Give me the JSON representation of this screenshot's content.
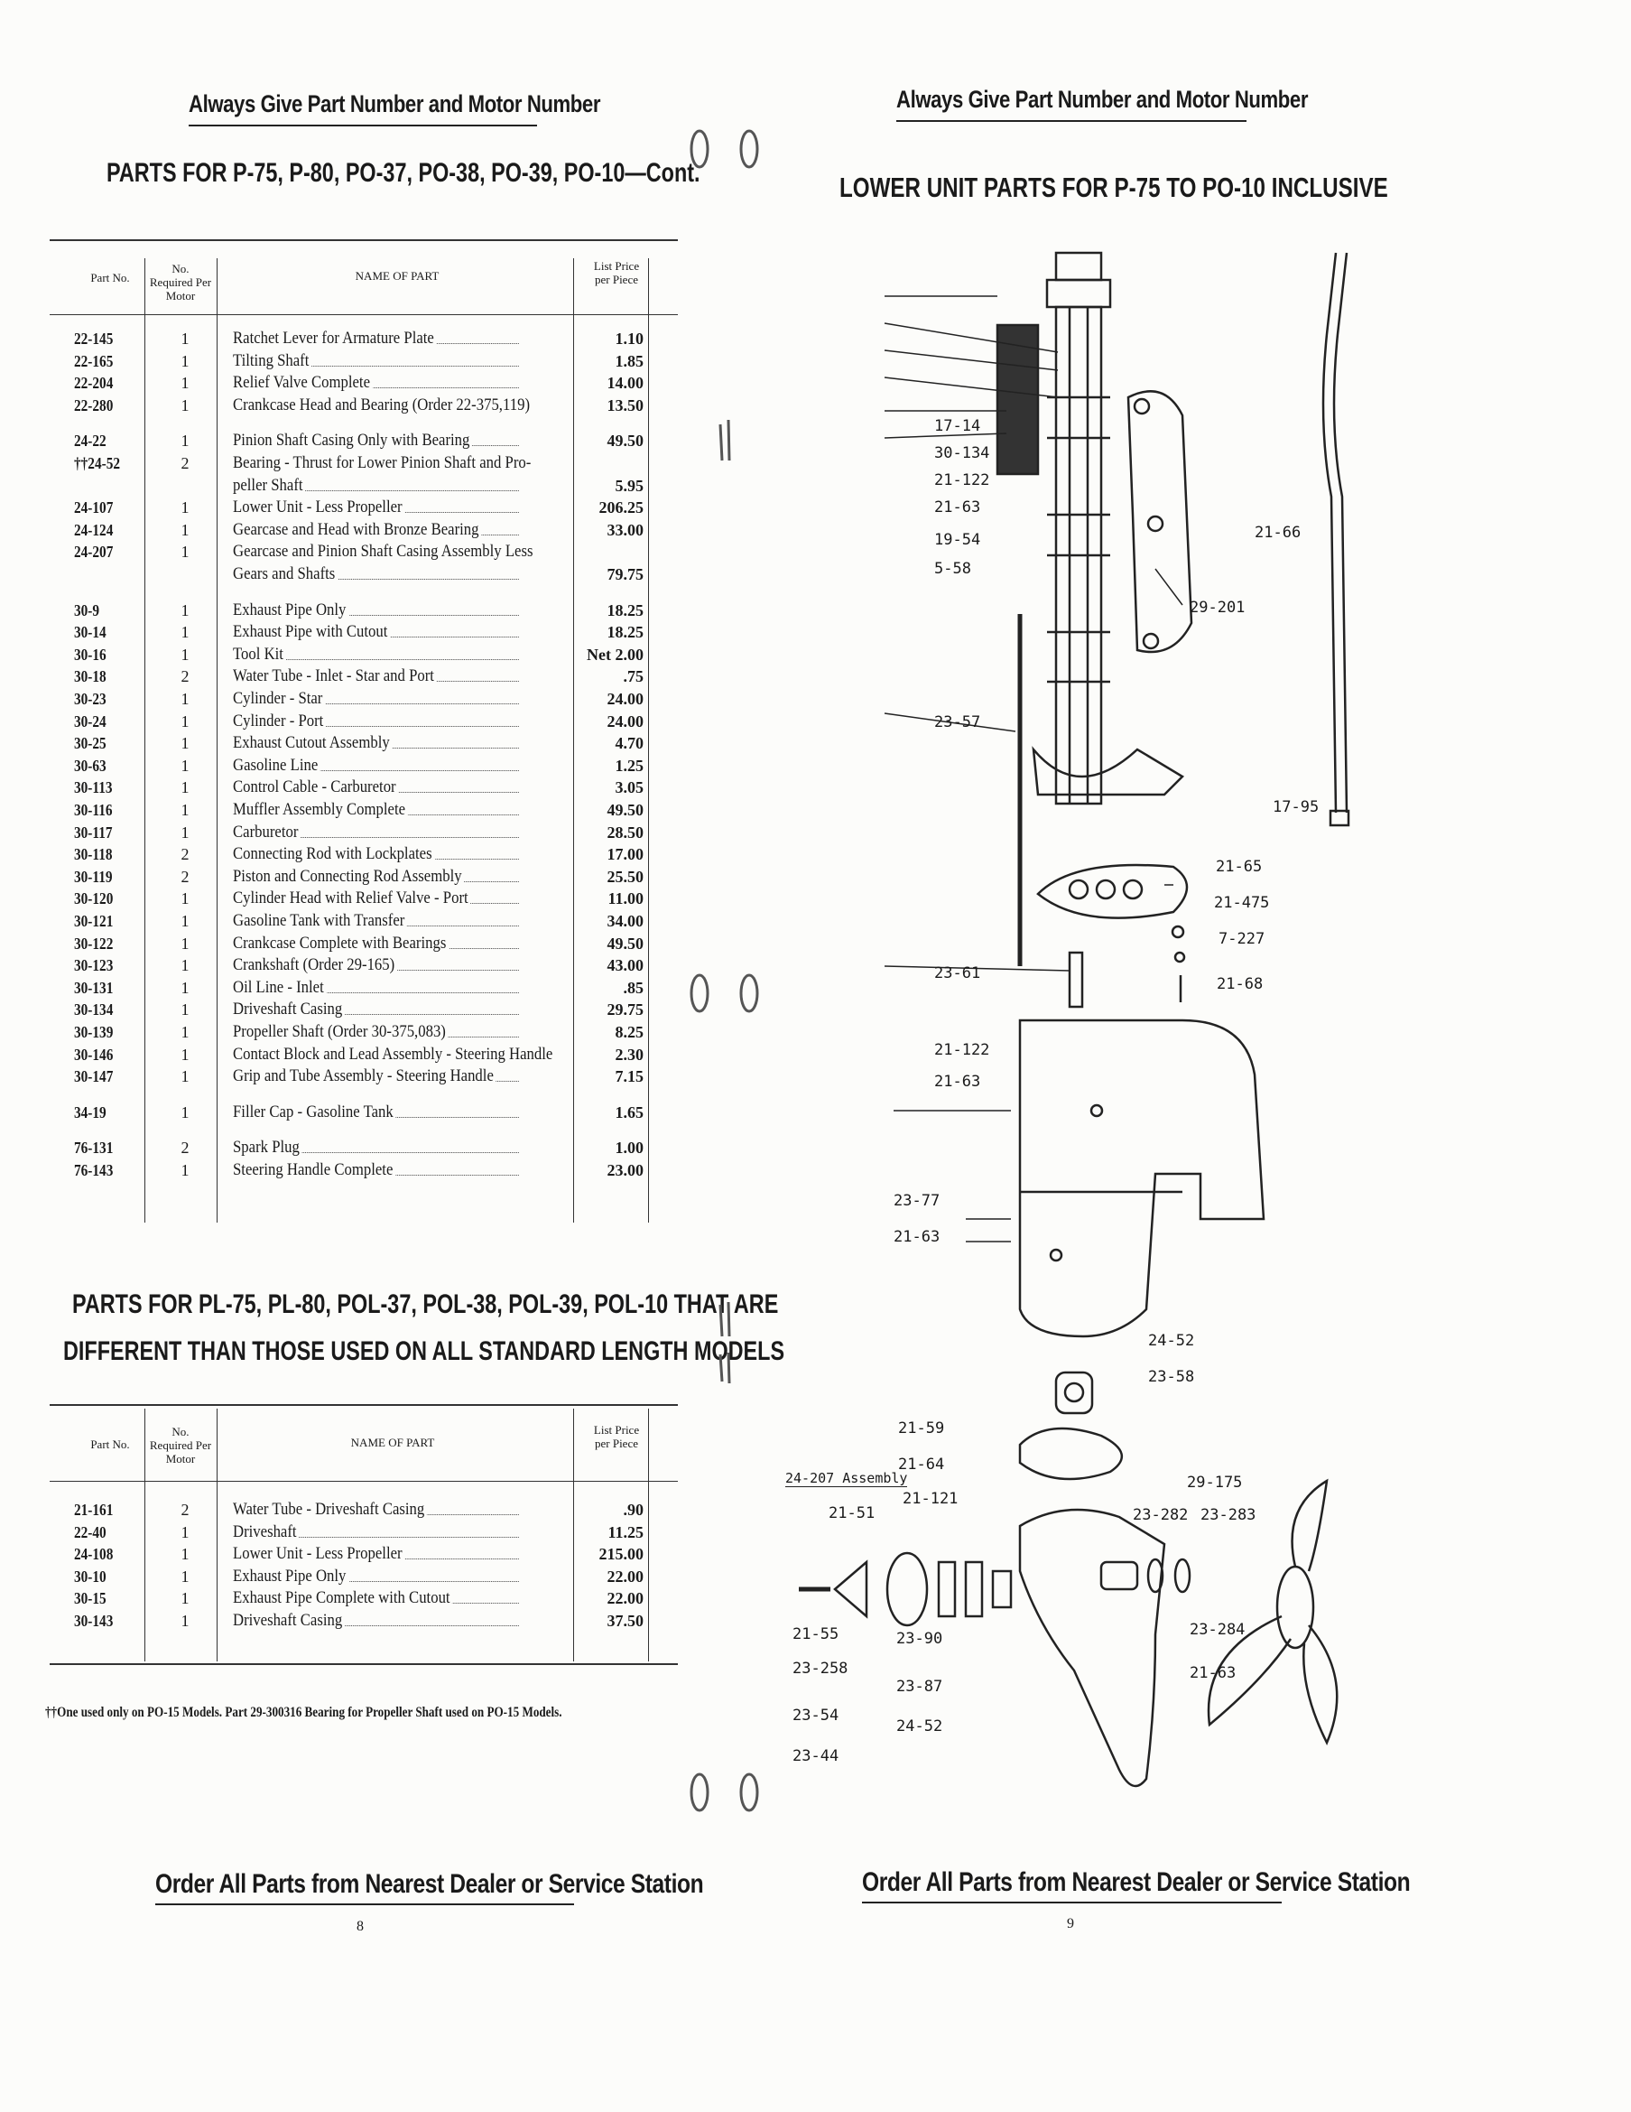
{
  "left_page": {
    "header": "Always Give Part Number and Motor Number",
    "title": "PARTS FOR P-75, P-80, PO-37, PO-38, PO-39, PO-10—Cont.",
    "table_headers": {
      "part_no": "Part No.",
      "no_required": "No. Required Per Motor",
      "name": "NAME OF PART",
      "price": "List Price per Piece"
    },
    "rows": [
      {
        "part": "22-145",
        "qty": "1",
        "name": "Ratchet Lever for Armature Plate",
        "price": "1.10"
      },
      {
        "part": "22-165",
        "qty": "1",
        "name": "Tilting Shaft",
        "price": "1.85"
      },
      {
        "part": "22-204",
        "qty": "1",
        "name": "Relief Valve Complete",
        "price": "14.00"
      },
      {
        "part": "22-280",
        "qty": "1",
        "name": "Crankcase Head and Bearing (Order 22-375,119)",
        "price": "13.50"
      },
      {
        "part": "24-22",
        "qty": "1",
        "name": "Pinion Shaft Casing Only with Bearing",
        "price": "49.50"
      },
      {
        "part": "††24-52",
        "qty": "2",
        "name": "Bearing - Thrust for Lower Pinion Shaft and Pro-",
        "price": ""
      },
      {
        "part": "",
        "qty": "",
        "name": "peller Shaft",
        "price": "5.95"
      },
      {
        "part": "24-107",
        "qty": "1",
        "name": "Lower Unit - Less Propeller",
        "price": "206.25"
      },
      {
        "part": "24-124",
        "qty": "1",
        "name": "Gearcase and Head with Bronze Bearing",
        "price": "33.00"
      },
      {
        "part": "24-207",
        "qty": "1",
        "name": "Gearcase and Pinion Shaft Casing Assembly Less",
        "price": ""
      },
      {
        "part": "",
        "qty": "",
        "name": "Gears and Shafts",
        "price": "79.75"
      },
      {
        "part": "30-9",
        "qty": "1",
        "name": "Exhaust Pipe Only",
        "price": "18.25"
      },
      {
        "part": "30-14",
        "qty": "1",
        "name": "Exhaust Pipe with Cutout",
        "price": "18.25"
      },
      {
        "part": "30-16",
        "qty": "1",
        "name": "Tool Kit",
        "price": "Net  2.00"
      },
      {
        "part": "30-18",
        "qty": "2",
        "name": "Water Tube - Inlet - Star and Port",
        "price": ".75"
      },
      {
        "part": "30-23",
        "qty": "1",
        "name": "Cylinder - Star",
        "price": "24.00"
      },
      {
        "part": "30-24",
        "qty": "1",
        "name": "Cylinder - Port",
        "price": "24.00"
      },
      {
        "part": "30-25",
        "qty": "1",
        "name": "Exhaust Cutout Assembly",
        "price": "4.70"
      },
      {
        "part": "30-63",
        "qty": "1",
        "name": "Gasoline Line",
        "price": "1.25"
      },
      {
        "part": "30-113",
        "qty": "1",
        "name": "Control Cable - Carburetor",
        "price": "3.05"
      },
      {
        "part": "30-116",
        "qty": "1",
        "name": "Muffler Assembly Complete",
        "price": "49.50"
      },
      {
        "part": "30-117",
        "qty": "1",
        "name": "Carburetor",
        "price": "28.50"
      },
      {
        "part": "30-118",
        "qty": "2",
        "name": "Connecting Rod with Lockplates",
        "price": "17.00"
      },
      {
        "part": "30-119",
        "qty": "2",
        "name": "Piston and Connecting Rod Assembly",
        "price": "25.50"
      },
      {
        "part": "30-120",
        "qty": "1",
        "name": "Cylinder Head with Relief Valve - Port",
        "price": "11.00"
      },
      {
        "part": "30-121",
        "qty": "1",
        "name": "Gasoline Tank with Transfer",
        "price": "34.00"
      },
      {
        "part": "30-122",
        "qty": "1",
        "name": "Crankcase Complete with Bearings",
        "price": "49.50"
      },
      {
        "part": "30-123",
        "qty": "1",
        "name": "Crankshaft (Order 29-165)",
        "price": "43.00"
      },
      {
        "part": "30-131",
        "qty": "1",
        "name": "Oil Line - Inlet",
        "price": ".85"
      },
      {
        "part": "30-134",
        "qty": "1",
        "name": "Driveshaft Casing",
        "price": "29.75"
      },
      {
        "part": "30-139",
        "qty": "1",
        "name": "Propeller Shaft (Order 30-375,083)",
        "price": "8.25"
      },
      {
        "part": "30-146",
        "qty": "1",
        "name": "Contact Block and Lead Assembly - Steering Handle",
        "price": "2.30"
      },
      {
        "part": "30-147",
        "qty": "1",
        "name": "Grip and Tube Assembly - Steering Handle",
        "price": "7.15"
      },
      {
        "part": "34-19",
        "qty": "1",
        "name": "Filler Cap - Gasoline Tank",
        "price": "1.65"
      },
      {
        "part": "76-131",
        "qty": "2",
        "name": "Spark Plug",
        "price": "1.00"
      },
      {
        "part": "76-143",
        "qty": "1",
        "name": "Steering Handle Complete",
        "price": "23.00"
      }
    ],
    "title2_line1": "PARTS FOR PL-75, PL-80, POL-37, POL-38, POL-39, POL-10 THAT ARE",
    "title2_line2": "DIFFERENT THAN THOSE USED ON ALL STANDARD LENGTH MODELS",
    "table2_headers": {
      "part_no": "Part No.",
      "no_required": "No. Required Per Motor",
      "name": "NAME OF PART",
      "price": "List Price per Piece"
    },
    "rows2": [
      {
        "part": "21-161",
        "qty": "2",
        "name": "Water Tube - Driveshaft Casing",
        "price": ".90"
      },
      {
        "part": "22-40",
        "qty": "1",
        "name": "Driveshaft",
        "price": "11.25"
      },
      {
        "part": "24-108",
        "qty": "1",
        "name": "Lower Unit - Less Propeller",
        "price": "215.00"
      },
      {
        "part": "30-10",
        "qty": "1",
        "name": "Exhaust Pipe Only",
        "price": "22.00"
      },
      {
        "part": "30-15",
        "qty": "1",
        "name": "Exhaust Pipe Complete with Cutout",
        "price": "22.00"
      },
      {
        "part": "30-143",
        "qty": "1",
        "name": "Driveshaft Casing",
        "price": "37.50"
      }
    ],
    "footnote": "††One used only on PO-15 Models. Part 29-300316 Bearing for Propeller Shaft used on PO-15 Models.",
    "footer": "Order All Parts from Nearest Dealer or Service Station",
    "page_number": "8"
  },
  "right_page": {
    "header": "Always Give Part Number and Motor Number",
    "title": "LOWER UNIT PARTS FOR P-75 TO PO-10 INCLUSIVE",
    "callouts": [
      "17-14",
      "30-134",
      "21-122",
      "21-63",
      "19-54",
      "5-58",
      "23-57",
      "29-201",
      "21-66",
      "17-95",
      "21-65",
      "21-475",
      "7-227",
      "21-68",
      "23-61",
      "21-122",
      "21-63",
      "23-77",
      "21-63",
      "24-52",
      "23-58",
      "21-59",
      "24-207 Assembly",
      "21-64",
      "21-121",
      "21-51",
      "29-175",
      "23-282",
      "23-283",
      "21-55",
      "23-90",
      "23-258",
      "23-87",
      "23-54",
      "24-52",
      "23-44",
      "23-284",
      "21-63"
    ],
    "footer": "Order All Parts from Nearest Dealer or Service Station",
    "page_number": "9"
  }
}
